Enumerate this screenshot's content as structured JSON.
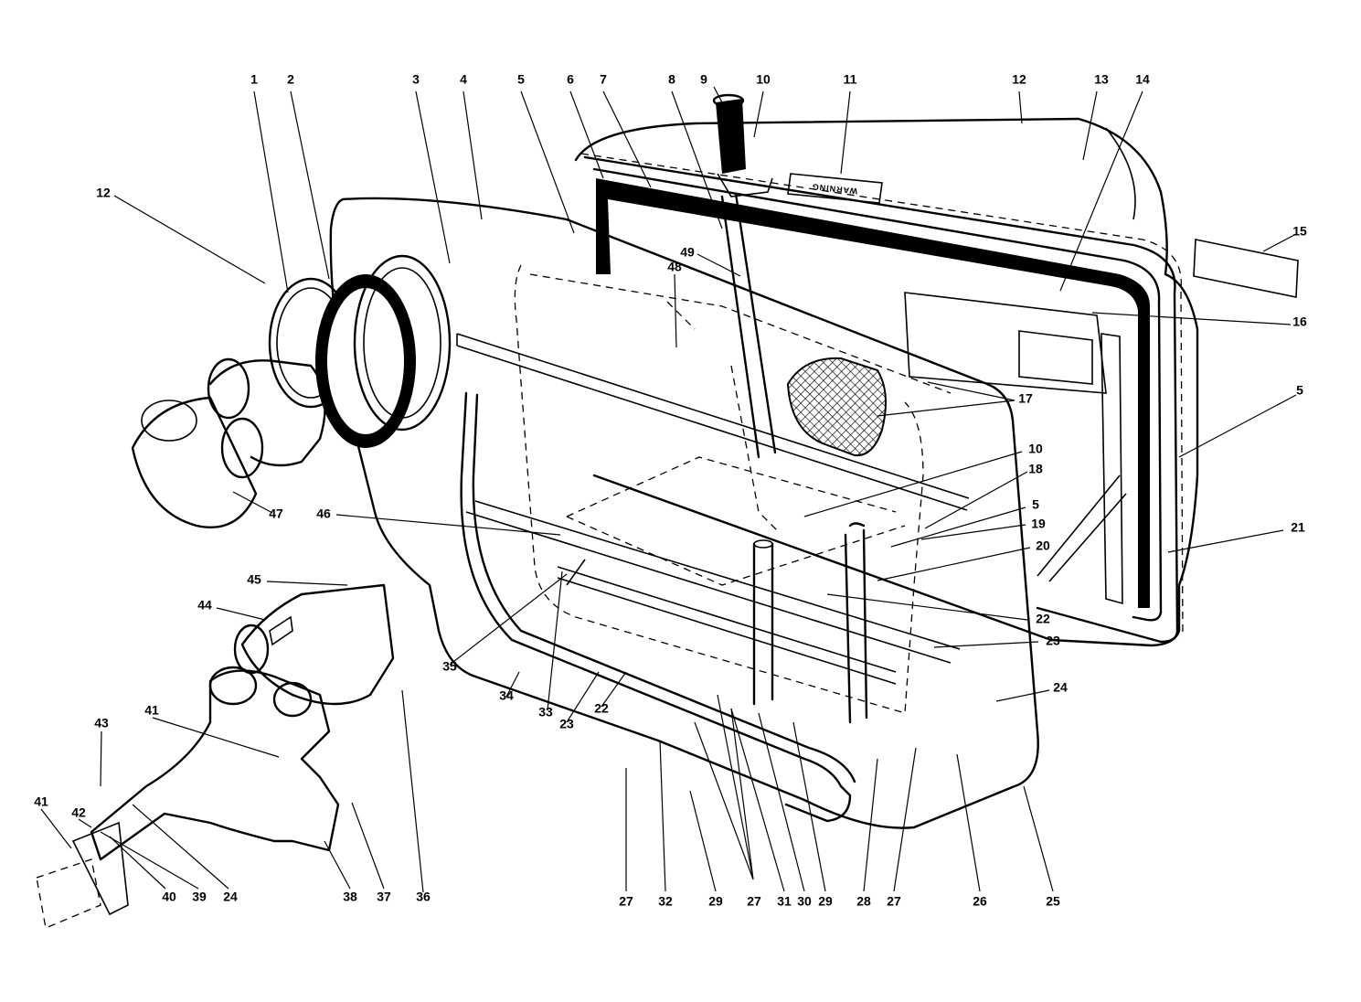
{
  "diagram": {
    "decal_text": "WARNING",
    "callouts": [
      {
        "label": "1"
      },
      {
        "label": "2"
      },
      {
        "label": "3"
      },
      {
        "label": "4"
      },
      {
        "label": "5"
      },
      {
        "label": "6"
      },
      {
        "label": "7"
      },
      {
        "label": "8"
      },
      {
        "label": "9"
      },
      {
        "label": "10"
      },
      {
        "label": "11"
      },
      {
        "label": "12"
      },
      {
        "label": "13"
      },
      {
        "label": "14"
      },
      {
        "label": "15"
      },
      {
        "label": "12"
      },
      {
        "label": "16"
      },
      {
        "label": "5"
      },
      {
        "label": "17"
      },
      {
        "label": "10"
      },
      {
        "label": "18"
      },
      {
        "label": "5"
      },
      {
        "label": "19"
      },
      {
        "label": "20"
      },
      {
        "label": "21"
      },
      {
        "label": "22"
      },
      {
        "label": "23"
      },
      {
        "label": "24"
      },
      {
        "label": "46"
      },
      {
        "label": "45"
      },
      {
        "label": "44"
      },
      {
        "label": "47"
      },
      {
        "label": "48"
      },
      {
        "label": "49"
      },
      {
        "label": "35"
      },
      {
        "label": "34"
      },
      {
        "label": "33"
      },
      {
        "label": "23"
      },
      {
        "label": "22"
      },
      {
        "label": "36"
      },
      {
        "label": "27"
      },
      {
        "label": "32"
      },
      {
        "label": "29"
      },
      {
        "label": "27"
      },
      {
        "label": "31"
      },
      {
        "label": "30"
      },
      {
        "label": "29"
      },
      {
        "label": "28"
      },
      {
        "label": "27"
      },
      {
        "label": "26"
      },
      {
        "label": "25"
      },
      {
        "label": "43"
      },
      {
        "label": "41"
      },
      {
        "label": "41"
      },
      {
        "label": "42"
      },
      {
        "label": "40"
      },
      {
        "label": "39"
      },
      {
        "label": "24"
      },
      {
        "label": "38"
      },
      {
        "label": "37"
      }
    ]
  }
}
